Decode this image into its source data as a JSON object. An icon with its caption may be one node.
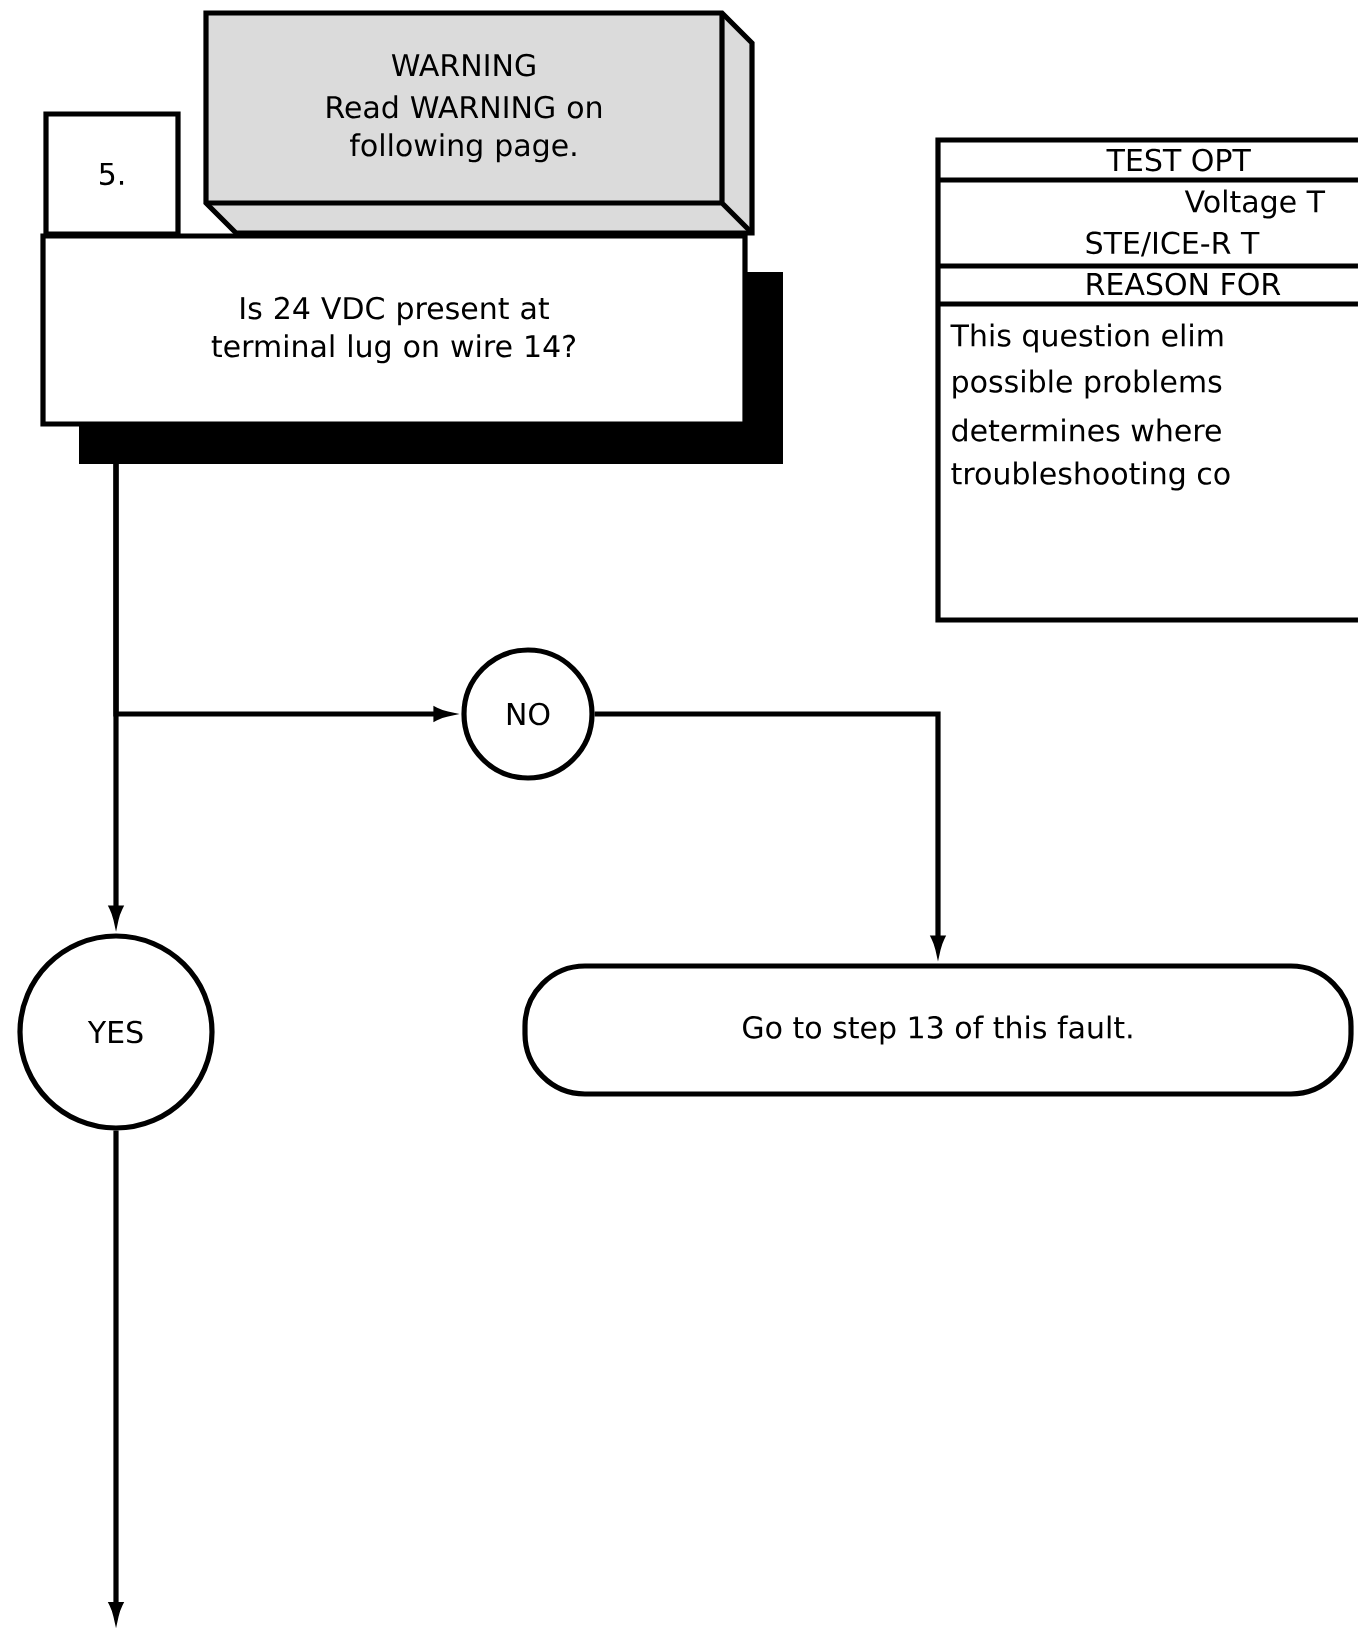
{
  "diagram": {
    "nodes": [
      {
        "text": [
          "5."
        ]
      },
      {
        "text": [
          "WARNING",
          "Read WARNING on following page."
        ]
      },
      {
        "text": [
          "Is 24 VDC present at terminal lug on wire 14?"
        ]
      },
      {
        "text": [
          "NO"
        ]
      },
      {
        "text": [
          "YES"
        ]
      },
      {
        "text": [
          "Go to step 13 of this fault."
        ]
      }
    ],
    "edges": [
      {
        "from": 2,
        "to": 4,
        "arrow": "to"
      },
      {
        "from": 2,
        "to": 3,
        "arrow": "to"
      },
      {
        "from": 3,
        "to": 5,
        "arrow": "to"
      },
      {
        "from": 4,
        "to": null,
        "arrow": "to"
      }
    ],
    "labels": [
      "TEST OPT",
      "Voltage T",
      "STE/ICE-R T",
      "REASON FOR",
      "This question elim",
      "possible problems",
      "determines where",
      "troubleshooting co"
    ]
  }
}
